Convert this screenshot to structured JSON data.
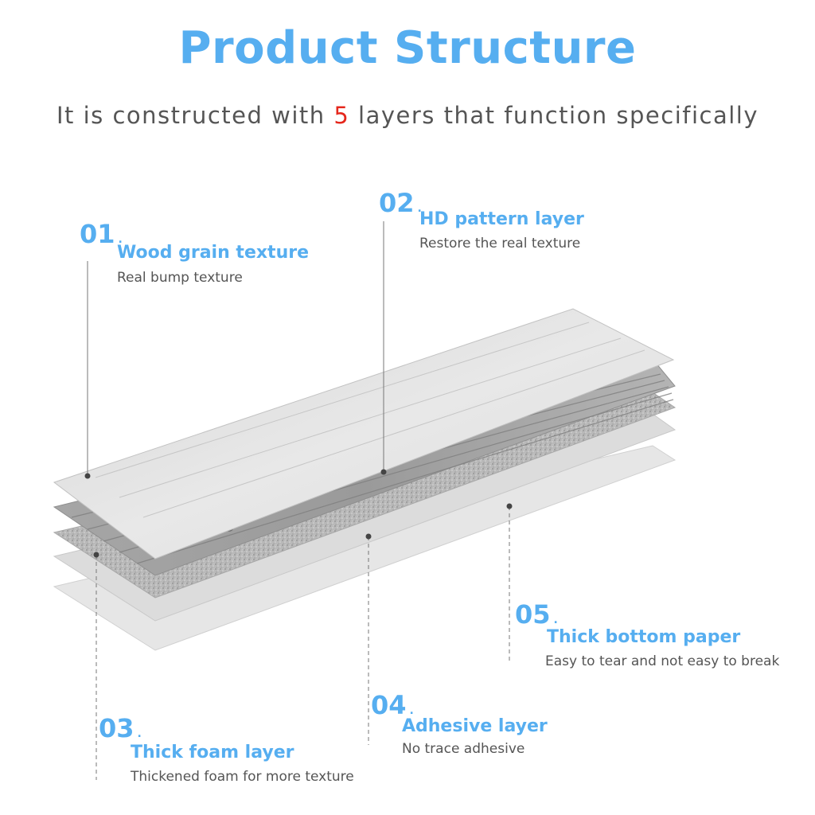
{
  "header": {
    "title": "Product Structure",
    "subtitle_before": "It is constructed with ",
    "subtitle_number": "5",
    "subtitle_after": " layers that function specifically"
  },
  "colors": {
    "accent": "#56aef0",
    "highlight": "#e5271c",
    "text": "#555555"
  },
  "layers": [
    {
      "number": "01",
      "title": "Wood grain texture",
      "description": "Real bump texture"
    },
    {
      "number": "02",
      "title": "HD pattern layer",
      "description": "Restore the real texture"
    },
    {
      "number": "03",
      "title": "Thick foam layer",
      "description": "Thickened foam for more texture"
    },
    {
      "number": "04",
      "title": "Adhesive layer",
      "description": "No trace adhesive"
    },
    {
      "number": "05",
      "title": "Thick bottom paper",
      "description": "Easy to tear and not easy to break"
    }
  ]
}
